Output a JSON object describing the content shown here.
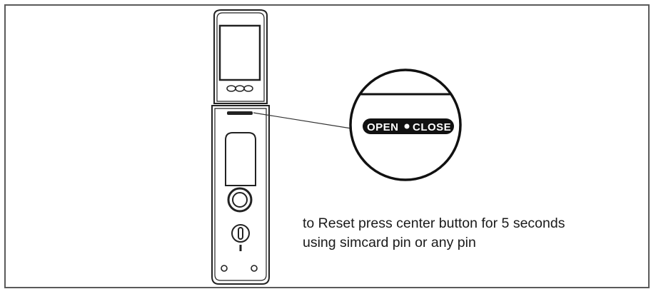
{
  "caption": {
    "line1": "to Reset press center button for 5 seconds",
    "line2": "using simcard pin or any pin"
  },
  "zoom": {
    "open_label": "OPEN",
    "close_label": "CLOSE"
  },
  "icons": [
    "lock-body-illustration",
    "magnifier-circle",
    "reset-button-icon"
  ]
}
